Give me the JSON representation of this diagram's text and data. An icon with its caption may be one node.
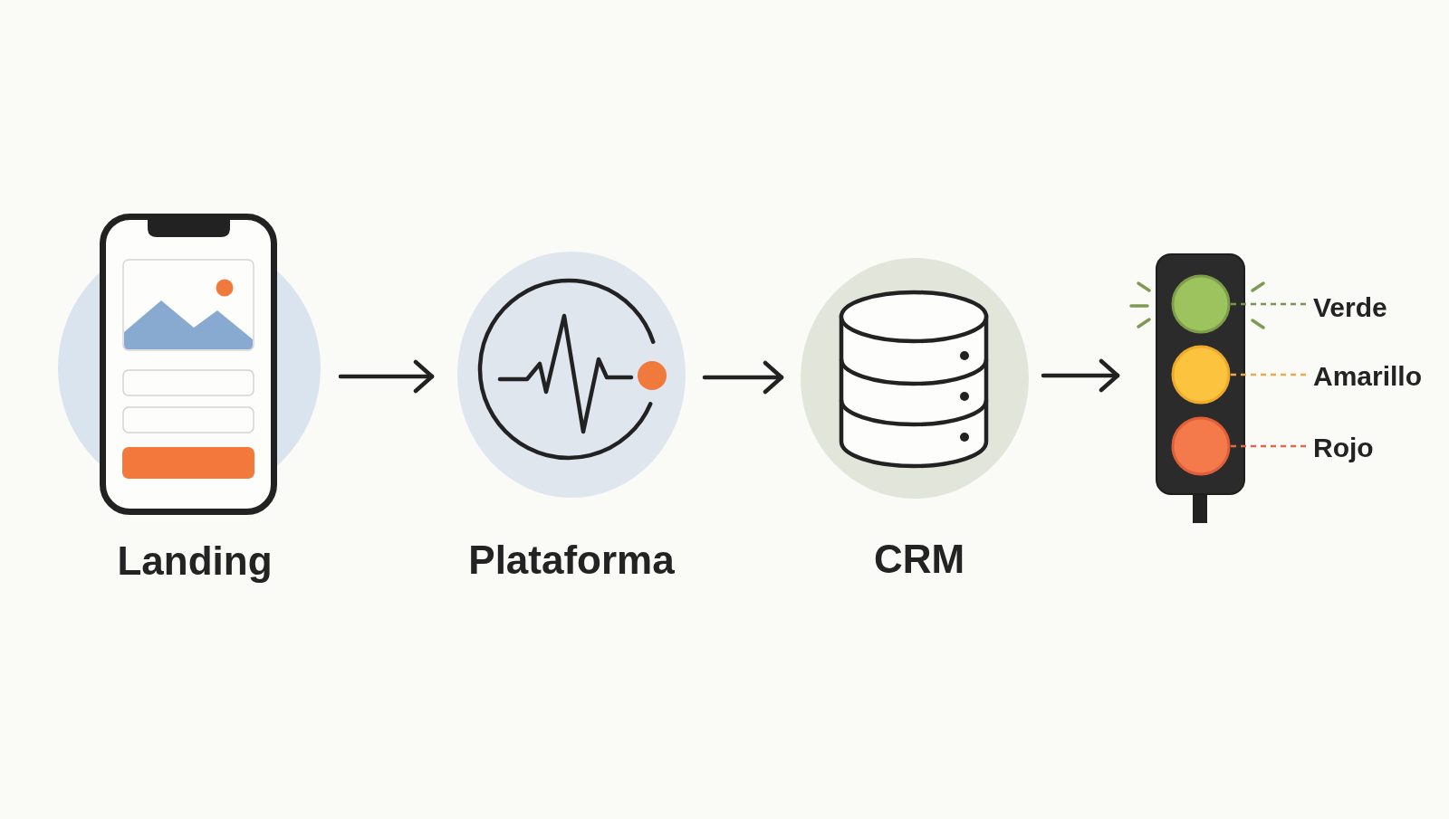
{
  "diagram": {
    "nodes": [
      {
        "text": [
          "Landing"
        ]
      },
      {
        "text": [
          "Plataforma"
        ]
      },
      {
        "text": [
          "CRM"
        ]
      },
      {
        "text": [],
        "shape": "picture"
      },
      {
        "text": [],
        "shape": "circle",
        "in": 3
      },
      {
        "text": [],
        "shape": "circle",
        "in": 3
      },
      {
        "text": [],
        "shape": "circle",
        "in": 3
      },
      {
        "text": [
          "Verde"
        ]
      },
      {
        "text": [
          "Amarillo"
        ]
      },
      {
        "text": [
          "Rojo"
        ]
      }
    ],
    "edges": [
      {
        "from": 0,
        "to": 1,
        "arrow": "to"
      },
      {
        "from": 1,
        "to": 2,
        "arrow": "to"
      },
      {
        "from": 2,
        "to": 3,
        "arrow": "to"
      },
      {
        "from": 7,
        "to": 4,
        "arrow": "none",
        "style": "dashed",
        "color": "#7a9455"
      },
      {
        "from": 8,
        "to": 5,
        "arrow": "none",
        "style": "dashed",
        "color": "#f0a94a"
      },
      {
        "from": 9,
        "to": 6,
        "arrow": "none",
        "style": "dashed",
        "color": "#e06a45"
      }
    ]
  }
}
